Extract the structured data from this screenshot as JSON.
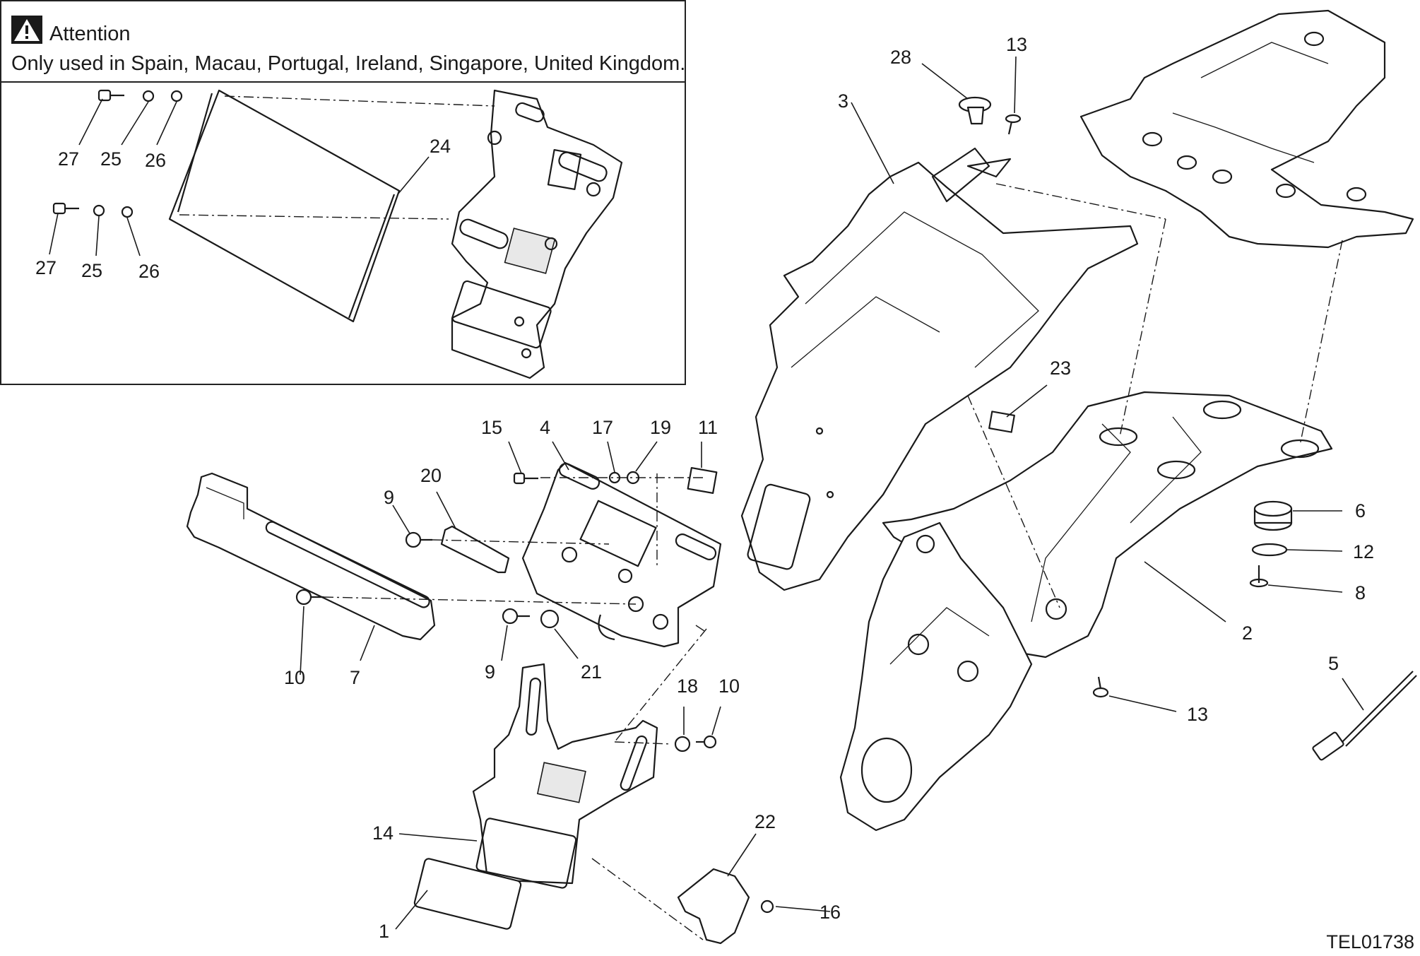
{
  "notice": {
    "title": "Attention",
    "text": "Only used in Spain, Macau, Portugal, Ireland, Singapore, United Kingdom.",
    "icon": "warning-triangle-icon"
  },
  "drawing_code": "TEL01738",
  "callouts": {
    "c27a": "27",
    "c25a": "25",
    "c26a": "26",
    "c27b": "27",
    "c25b": "25",
    "c26b": "26",
    "c24": "24",
    "c28": "28",
    "c13a": "13",
    "c3": "3",
    "c23": "23",
    "c15": "15",
    "c4": "4",
    "c17": "17",
    "c19": "19",
    "c11": "11",
    "c20": "20",
    "c9a": "9",
    "c10a": "10",
    "c7": "7",
    "c9b": "9",
    "c21": "21",
    "c18": "18",
    "c10b": "10",
    "c14": "14",
    "c1": "1",
    "c22": "22",
    "c16": "16",
    "c6": "6",
    "c12": "12",
    "c8": "8",
    "c2": "2",
    "c5": "5",
    "c13b": "13"
  }
}
